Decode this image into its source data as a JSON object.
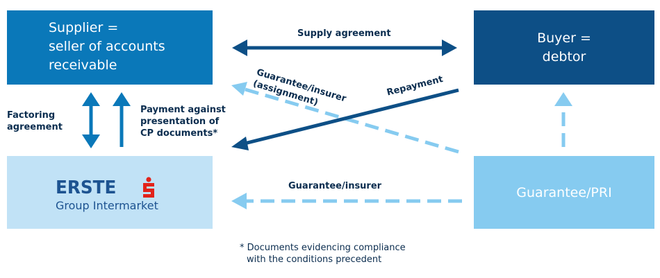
{
  "nodes": {
    "supplier": {
      "lines": [
        "Supplier =",
        "seller of accounts",
        "receivable"
      ]
    },
    "buyer": {
      "lines": [
        "Buyer =",
        "debtor"
      ]
    },
    "bank": {
      "logo_word": "ERSTE",
      "logo_subtitle": "Group Intermarket"
    },
    "guarantee": {
      "label": "Guarantee/PRI"
    }
  },
  "edges": {
    "supply": "Supply agreement",
    "guarantee_assignment": [
      "Guarantee/insurer",
      "(assignment)"
    ],
    "repayment": "Repayment",
    "factoring": [
      "Factoring",
      "agreement"
    ],
    "payment": [
      "Payment against",
      "presentation of",
      "CP documents*"
    ],
    "guarantee_insurer": "Guarantee/insurer"
  },
  "footnote": [
    "* Documents evidencing compliance",
    "with the conditions precedent"
  ],
  "colors": {
    "supplier": "#0a78b9",
    "buyer": "#0d4f86",
    "bank": "#c1e2f6",
    "guarantee": "#86cbf0",
    "dark_arrow": "#0d4f86",
    "mid_arrow": "#0a78b9",
    "light_arrow": "#86cbf0",
    "logo_red": "#e2231a"
  }
}
